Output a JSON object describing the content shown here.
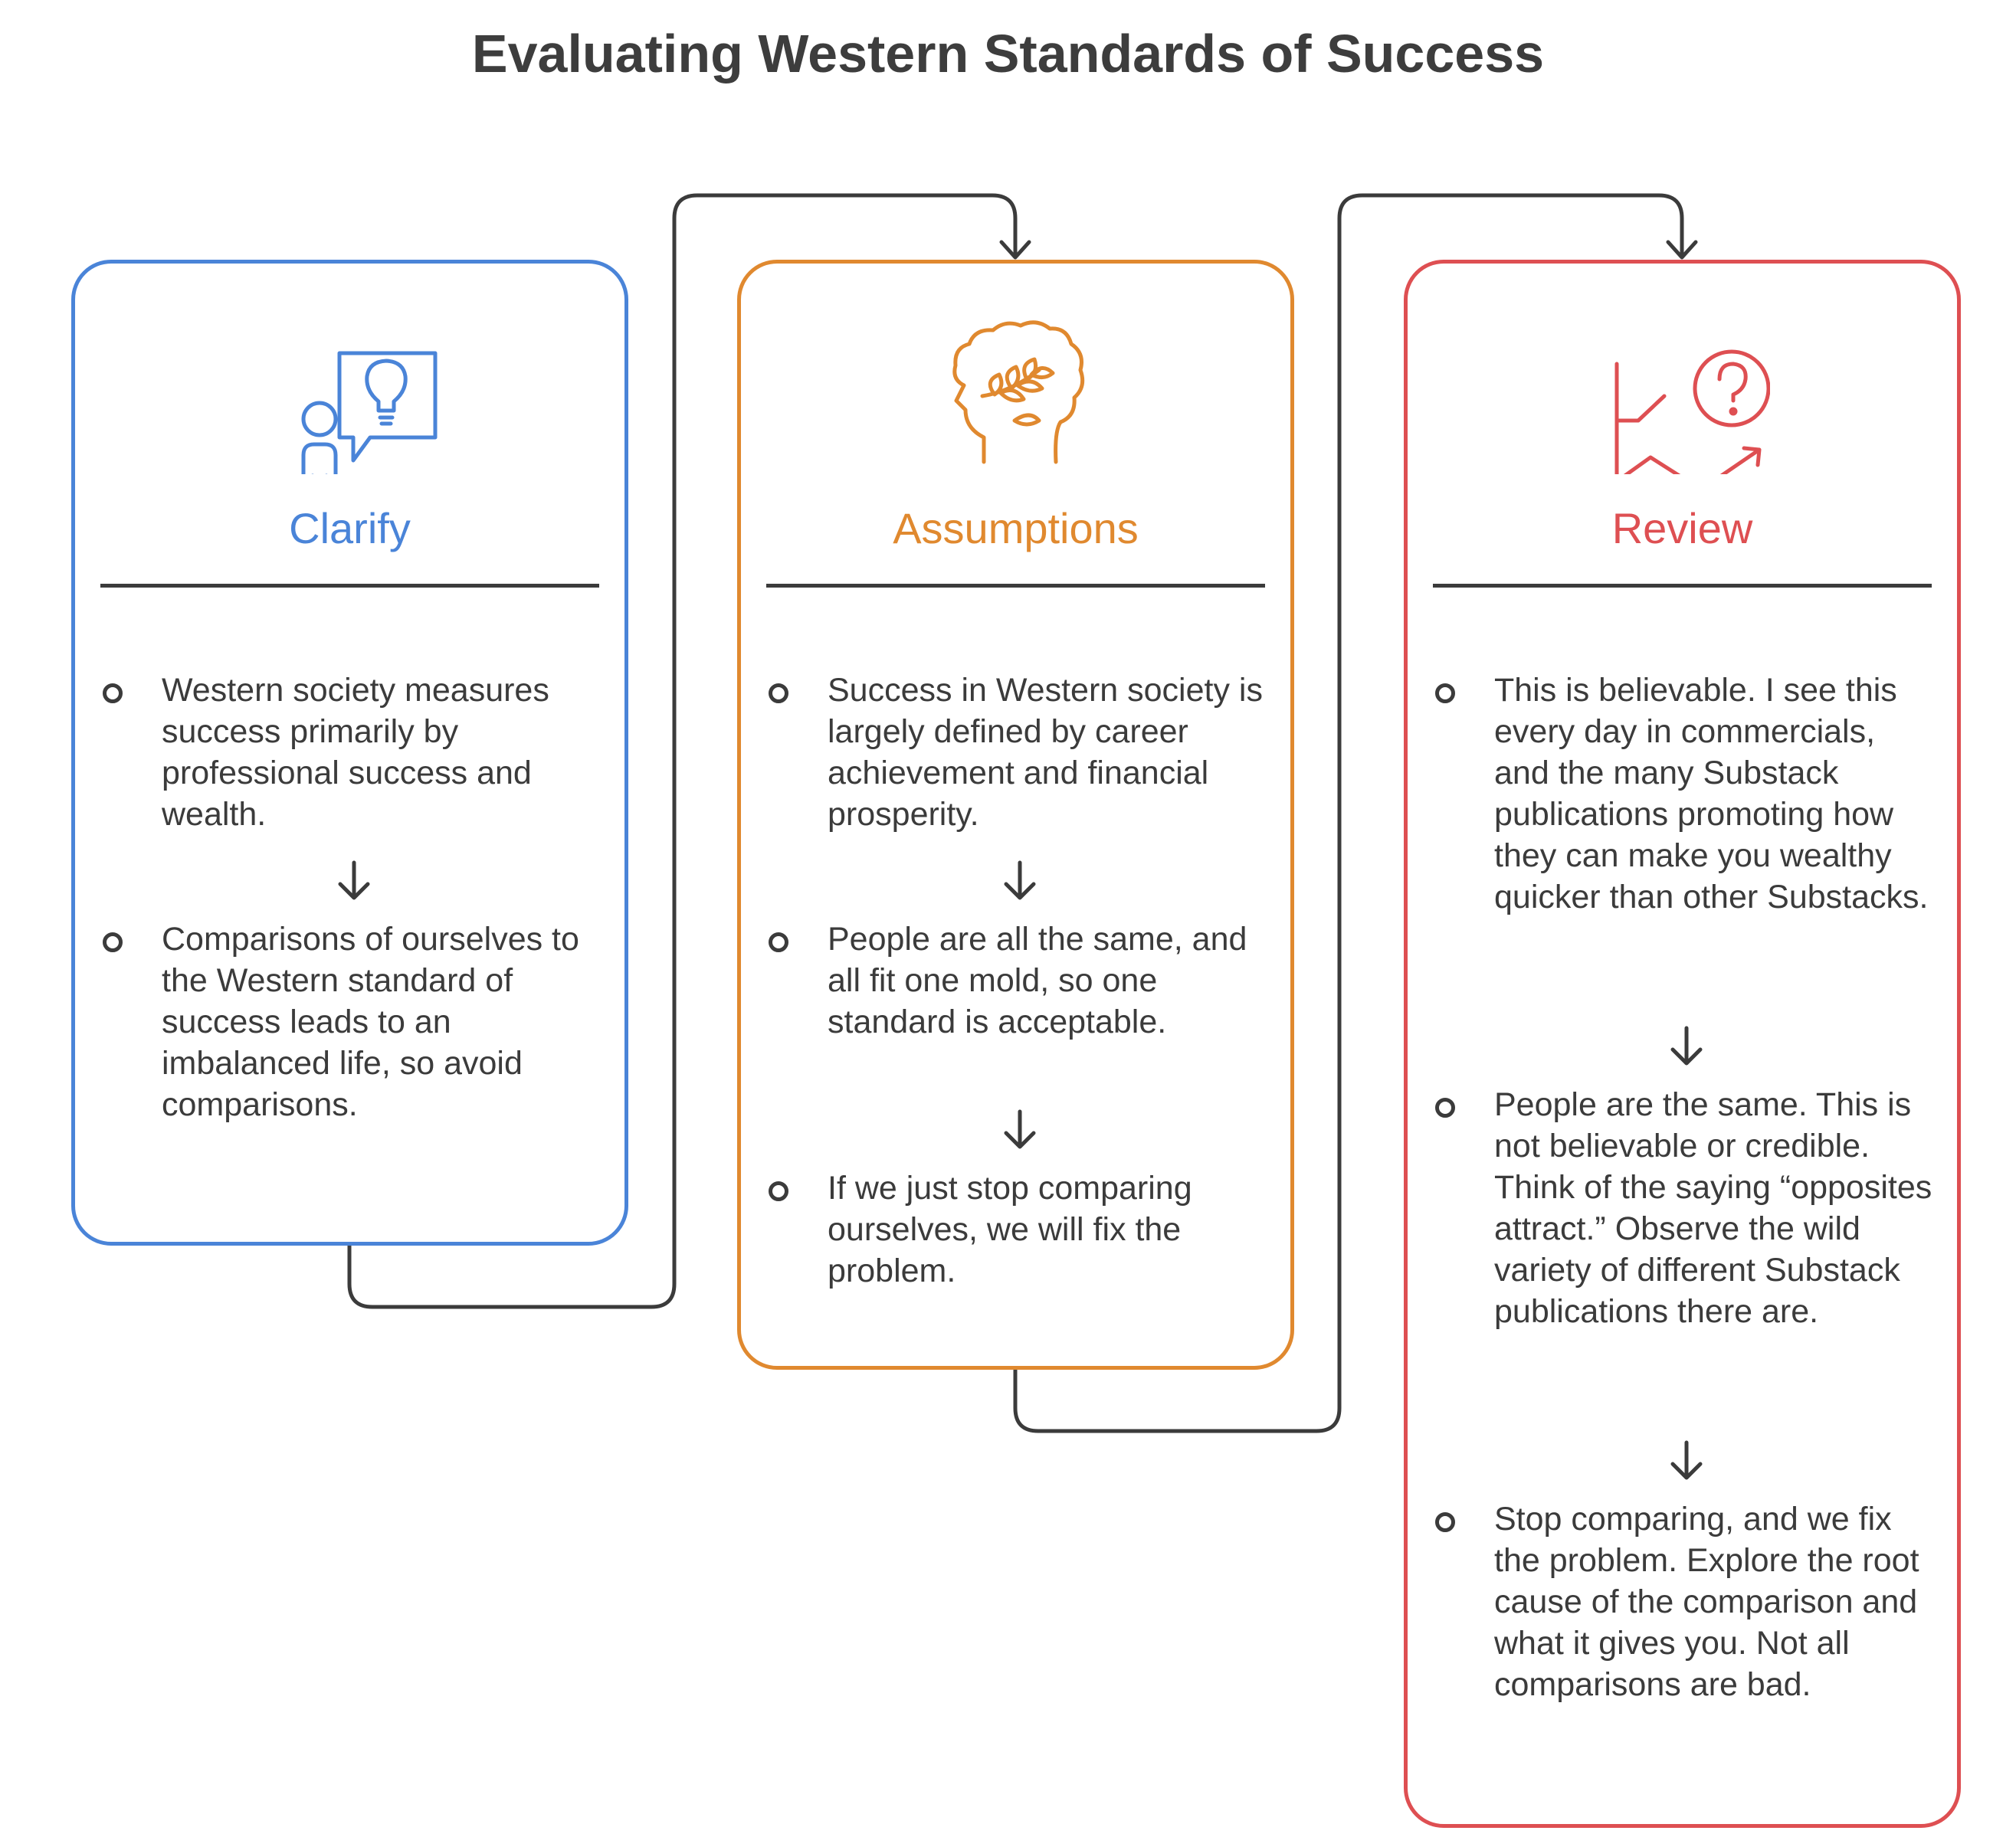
{
  "title": "Evaluating Western Standards of Success",
  "colors": {
    "clarify": "#4a84d8",
    "assumptions": "#e0892f",
    "review": "#de4f52",
    "ink": "#3b3b3b"
  },
  "columns": [
    {
      "heading": "Clarify",
      "icon": "person-speech-lightbulb-icon",
      "items": [
        "Western society measures success primarily by professional success and wealth.",
        "Comparisons of ourselves to the Western standard of success leads to an imbalanced life, so avoid comparisons."
      ]
    },
    {
      "heading": "Assumptions",
      "icon": "head-laurel-icon",
      "items": [
        "Success in Western society is largely defined by career achievement and financial prosperity.",
        "People are all the same, and all fit one mold, so one standard is acceptable.",
        "If we just stop comparing ourselves, we will fix the problem."
      ]
    },
    {
      "heading": "Review",
      "icon": "chart-question-icon",
      "items": [
        "This is believable. I see this every day in commercials, and the many Substack publications promoting how they can make you wealthy quicker than other Substacks.",
        "People are the same. This is not believable or credible. Think of the saying “opposites attract.” Observe the wild variety of different Substack publications there are.",
        "Stop comparing, and we fix the problem. Explore the root cause of the comparison and what it gives you. Not all comparisons are bad."
      ]
    }
  ]
}
